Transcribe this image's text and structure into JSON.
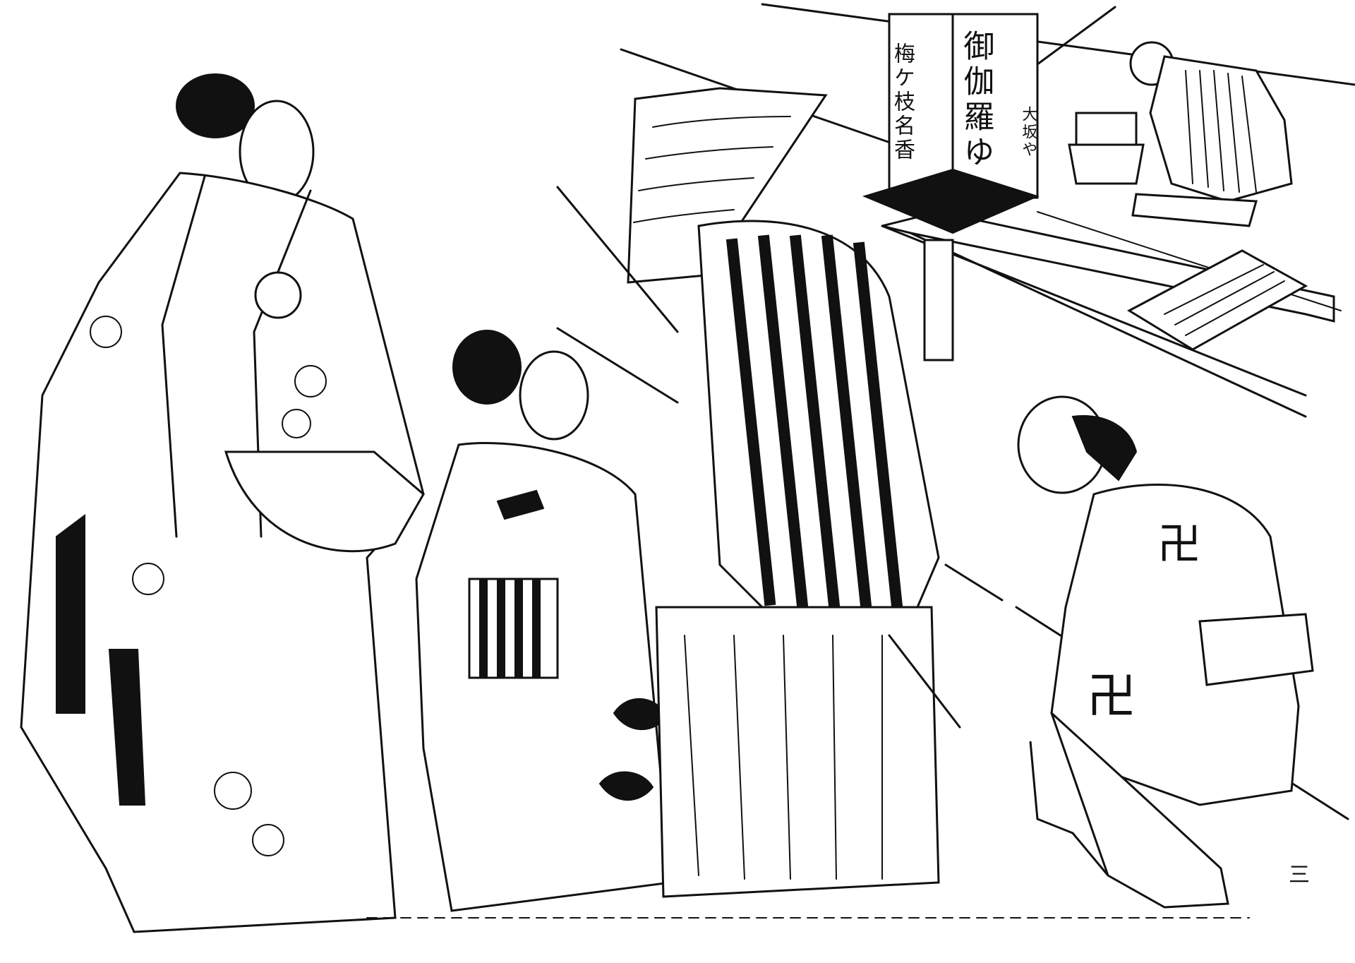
{
  "scene": {
    "signboard": {
      "main_text": "御伽羅ゆ",
      "side_text": "梅ケ枝名香",
      "right_text": "大坂や"
    },
    "crests": {
      "upper_symbol": "卍",
      "lower_symbol": "卍"
    },
    "page_number": "三"
  }
}
